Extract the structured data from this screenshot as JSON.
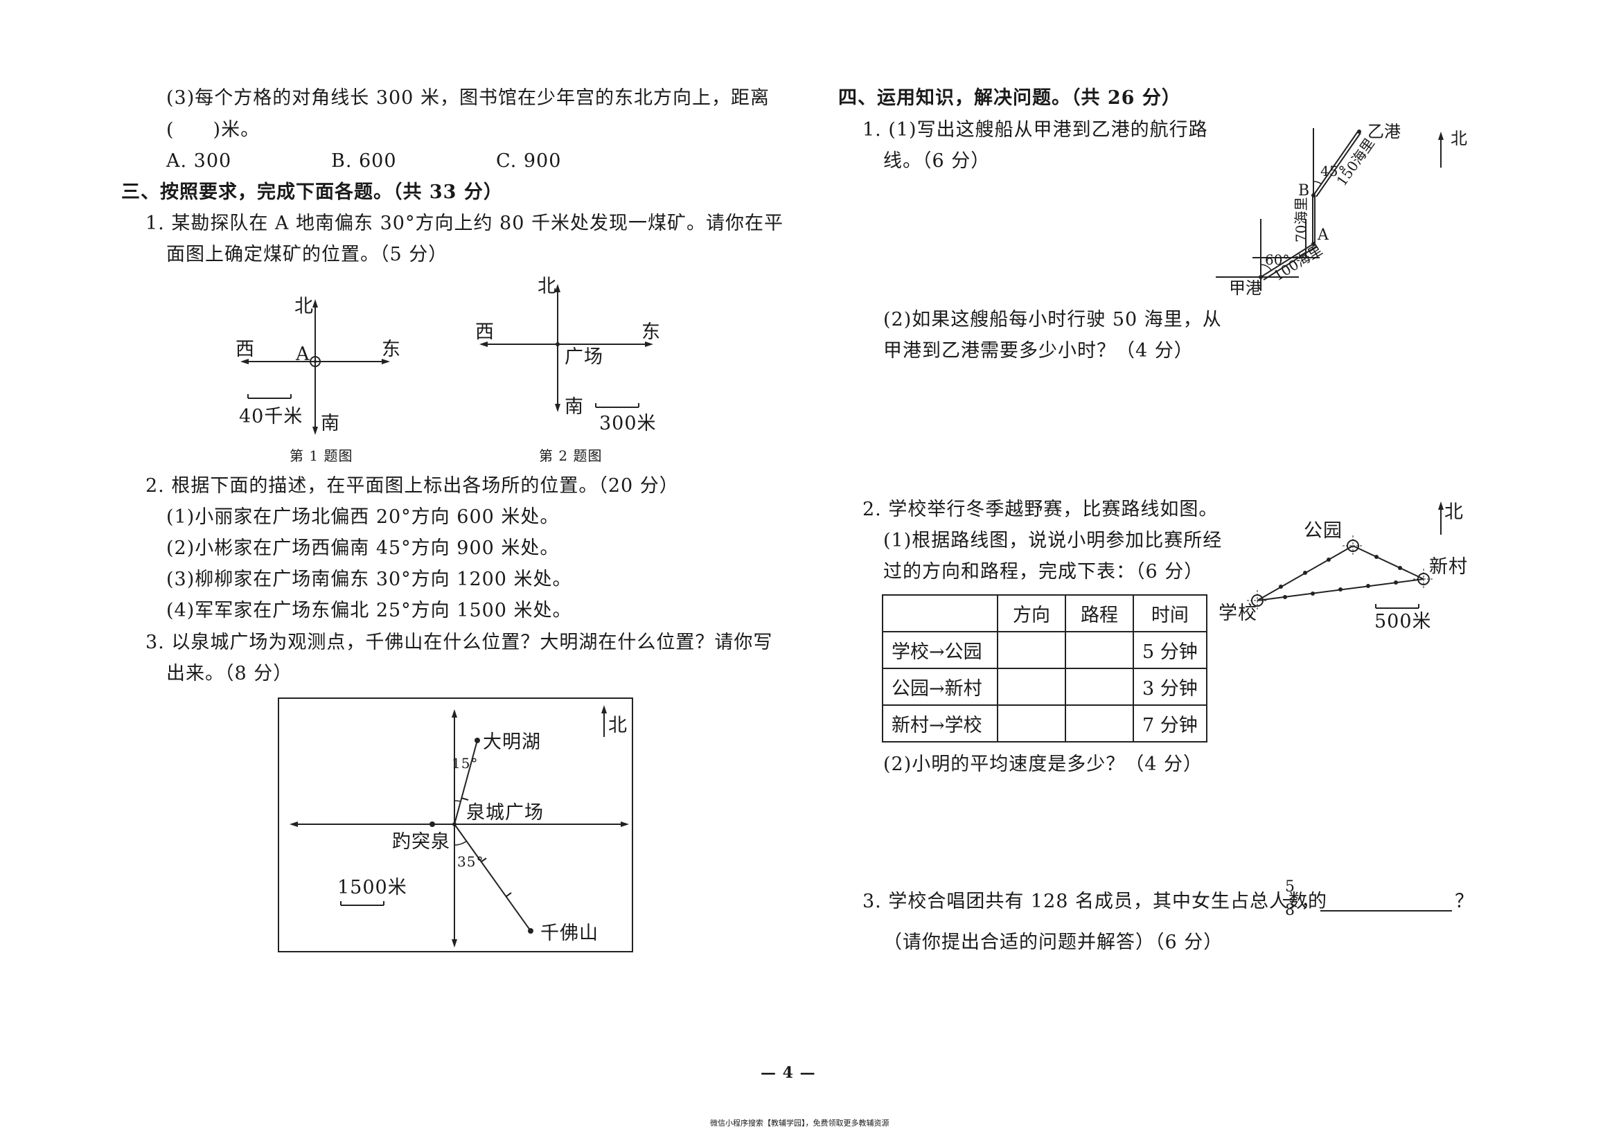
{
  "left": {
    "q3_text": "(3)每个方格的对角线长 300 米，图书馆在少年宫的东北方向上，距离",
    "q3_blank": "(　　)米。",
    "q3_opt_a": "A. 300",
    "q3_opt_b": "B. 600",
    "q3_opt_c": "C. 900",
    "sec3_title": "三、按照要求，完成下面各题。（共 33 分）",
    "p1_line1": "1. 某勘探队在 A 地南偏东 30°方向上约 80 千米处发现一煤矿。请你在平",
    "p1_line2": "面图上确定煤矿的位置。（5 分）",
    "fig1": {
      "north": "北",
      "south": "南",
      "west": "西",
      "east": "东",
      "point": "A",
      "scale": "40千米",
      "caption": "第 1 题图"
    },
    "fig2": {
      "north": "北",
      "south": "南",
      "west": "西",
      "east": "东",
      "center": "广场",
      "scale": "300米",
      "caption": "第 2 题图"
    },
    "p2_line1": "2. 根据下面的描述，在平面图上标出各场所的位置。（20 分）",
    "p2_items": [
      "(1)小丽家在广场北偏西 20°方向 600 米处。",
      "(2)小彬家在广场西偏南 45°方向 900 米处。",
      "(3)柳柳家在广场南偏东 30°方向 1200 米处。",
      "(4)军军家在广场东偏北 25°方向 1500 米处。"
    ],
    "p3_line1": "3. 以泉城广场为观测点，千佛山在什么位置？大明湖在什么位置？请你写",
    "p3_line2": "出来。（8 分）",
    "fig3": {
      "north": "北",
      "lake": "大明湖",
      "square": "泉城广场",
      "spring": "趵突泉",
      "mountain": "千佛山",
      "angle1": "15°",
      "angle2": "35°",
      "scale": "1500米"
    }
  },
  "right": {
    "sec4_title": "四、运用知识，解决问题。（共 26 分）",
    "q1_line1": "1. (1)写出这艘船从甲港到乙港的航行路",
    "q1_line2": "线。（6 分）",
    "q1_sub2_line1": "(2)如果这艘船每小时行驶 50 海里，从",
    "q1_sub2_line2": "甲港到乙港需要多少小时？（4 分）",
    "ship_fig": {
      "north": "北",
      "port_a": "甲港",
      "port_b": "乙港",
      "point_a": "A",
      "point_b": "B",
      "angle1": "60°",
      "angle2": "45°",
      "dist1": "100海里",
      "dist2": "70海里",
      "dist3": "150海里"
    },
    "q2_line1": "2. 学校举行冬季越野赛，比赛路线如图。",
    "q2_sub1_line1": "(1)根据路线图，说说小明参加比赛所经",
    "q2_sub1_line2": "过的方向和路程，完成下表：（6 分）",
    "route_fig": {
      "north": "北",
      "park": "公园",
      "village": "新村",
      "school": "学校",
      "scale": "500米"
    },
    "table": {
      "headers": [
        "",
        "方向",
        "路程",
        "时间"
      ],
      "rows": [
        [
          "学校→公园",
          "",
          "",
          "5 分钟"
        ],
        [
          "公园→新村",
          "",
          "",
          "3 分钟"
        ],
        [
          "新村→学校",
          "",
          "",
          "7 分钟"
        ]
      ]
    },
    "q2_sub2": "(2)小明的平均速度是多少？（4 分）",
    "q3_prefix": "3. 学校合唱团共有 128 名成员，其中女生占总人数的",
    "q3_frac_num": "5",
    "q3_frac_den": "8",
    "q3_suffix": "，",
    "q3_qmark": "？",
    "q3_line2": "（请你提出合适的问题并解答）（6 分）"
  },
  "page_number": "— 4 —",
  "footer": "微信小程序搜索【教辅学园】，免费领取更多教辅资源"
}
